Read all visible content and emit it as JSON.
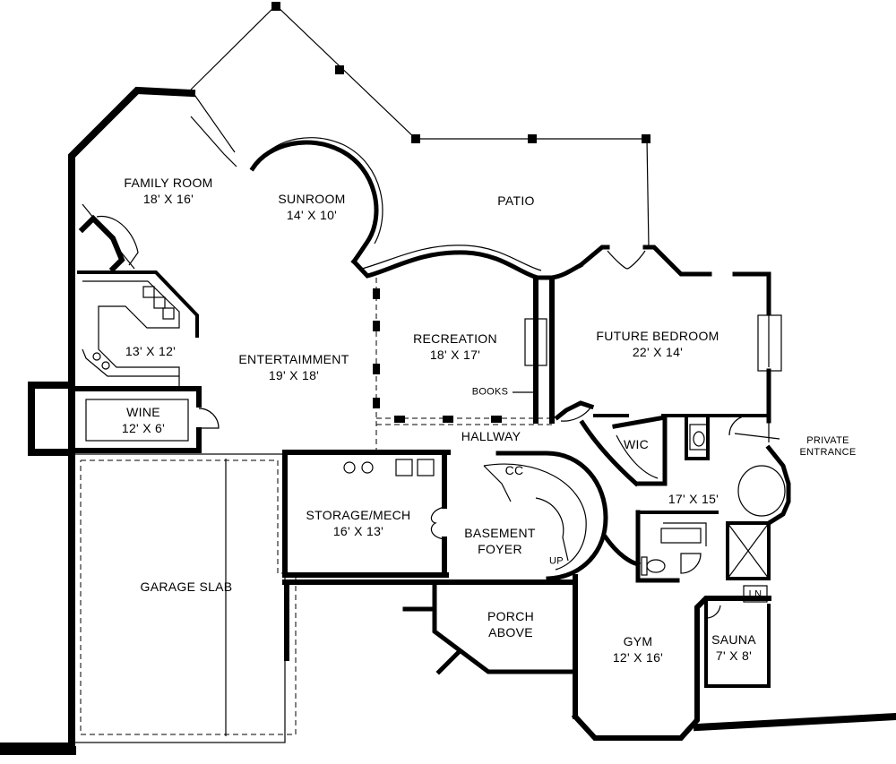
{
  "rooms": {
    "family_room": {
      "name": "FAMILY ROOM",
      "dim": "18' X 16'"
    },
    "sunroom": {
      "name": "SUNROOM",
      "dim": "14' X 10'"
    },
    "patio": {
      "name": "PATIO"
    },
    "bar": {
      "dim": "13' X 12'"
    },
    "entertainment": {
      "name": "ENTERTAIMMENT",
      "dim": "19' X 18'"
    },
    "recreation": {
      "name": "RECREATION",
      "dim": "18' X 17'"
    },
    "future_bedroom": {
      "name": "FUTURE BEDROOM",
      "dim": "22' X 14'"
    },
    "wine": {
      "name": "WINE",
      "dim": "12' X 6'"
    },
    "hallway": {
      "name": "HALLWAY"
    },
    "storage_mech": {
      "name": "STORAGE/MECH",
      "dim": "16' X 13'"
    },
    "basement_foyer": {
      "name": "BASEMENT",
      "name2": "FOYER"
    },
    "garage_slab": {
      "name": "GARAGE SLAB"
    },
    "porch_above": {
      "name": "PORCH",
      "name2": "ABOVE"
    },
    "gym": {
      "name": "GYM",
      "dim": "12' X 16'"
    },
    "sauna": {
      "name": "SAUNA",
      "dim": "7' X 8'"
    },
    "bedroom_suite": {
      "dim": "17' X 15'"
    }
  },
  "notes": {
    "books": "BOOKS",
    "wic": "WIC",
    "cc": "CC",
    "up": "UP",
    "ln": "LN",
    "private_entrance_1": "PRIVATE",
    "private_entrance_2": "ENTRANCE"
  }
}
